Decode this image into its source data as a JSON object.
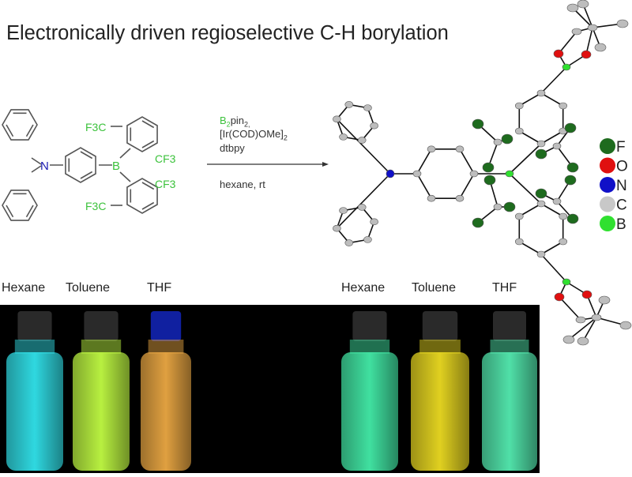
{
  "title": "Electronically driven regioselective C-H borylation",
  "reactant": {
    "atoms": {
      "N": "N",
      "B": "B"
    },
    "groups": {
      "f3c_top": "F3C",
      "cf3_top": "CF3",
      "cf3_bottom": "CF3",
      "f3c_bottom": "F3C"
    }
  },
  "conditions": {
    "reagent1": {
      "main": "B",
      "sub1": "2",
      "rest": "pin",
      "sub2": "2,"
    },
    "reagent2": {
      "main": "[Ir(COD)OMe]",
      "sub": "2"
    },
    "reagent3": "dtbpy",
    "solvent": "hexane, rt"
  },
  "legend": [
    {
      "label": "F",
      "color": "#1e6b1e"
    },
    {
      "label": "O",
      "color": "#e01010"
    },
    {
      "label": "N",
      "color": "#1010c8"
    },
    {
      "label": "C",
      "color": "#c8c8c8"
    },
    {
      "label": "B",
      "color": "#30e030"
    }
  ],
  "photos": {
    "left_labels": [
      "Hexane",
      "Toluene",
      "THF"
    ],
    "right_labels": [
      "Hexane",
      "Toluene",
      "THF"
    ],
    "left_colors": [
      "#2fd8e0",
      "#b8f040",
      "#e0a040"
    ],
    "right_colors": [
      "#40e0a0",
      "#e0d020",
      "#50e0a8"
    ]
  }
}
